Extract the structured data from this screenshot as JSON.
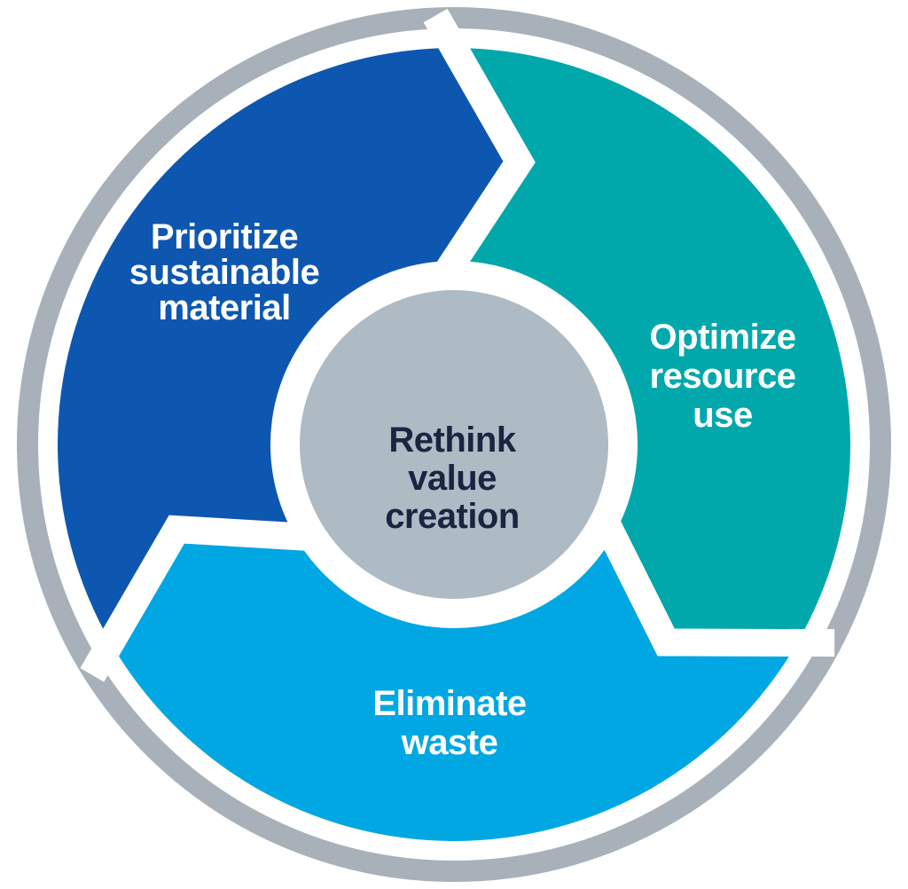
{
  "diagram": {
    "type": "cycle",
    "center": {
      "label": "Rethink value creation",
      "lines": [
        "Rethink",
        "value",
        "creation"
      ]
    },
    "segments": [
      {
        "id": "prioritize-sustainable-material",
        "label": "Prioritize sustainable material",
        "lines": [
          "Prioritize",
          "sustainable",
          "material"
        ],
        "color": "#0d57b0",
        "start_angle": 240,
        "end_angle": 360
      },
      {
        "id": "optimize-resource-use",
        "label": "Optimize resource use",
        "lines": [
          "Optimize",
          "resource",
          "use"
        ],
        "color": "#00a8ab",
        "start_angle": 0,
        "end_angle": 120
      },
      {
        "id": "eliminate-waste",
        "label": "Eliminate waste",
        "lines": [
          "Eliminate",
          "waste"
        ],
        "color": "#00a7e3",
        "start_angle": 120,
        "end_angle": 240
      }
    ],
    "colors": {
      "outer_ring": "#a8b1b9",
      "center_circle": "#aebac4",
      "center_text": "#1b2440",
      "segment_text": "#ffffff",
      "background": "#ffffff",
      "divider": "#ffffff"
    }
  }
}
